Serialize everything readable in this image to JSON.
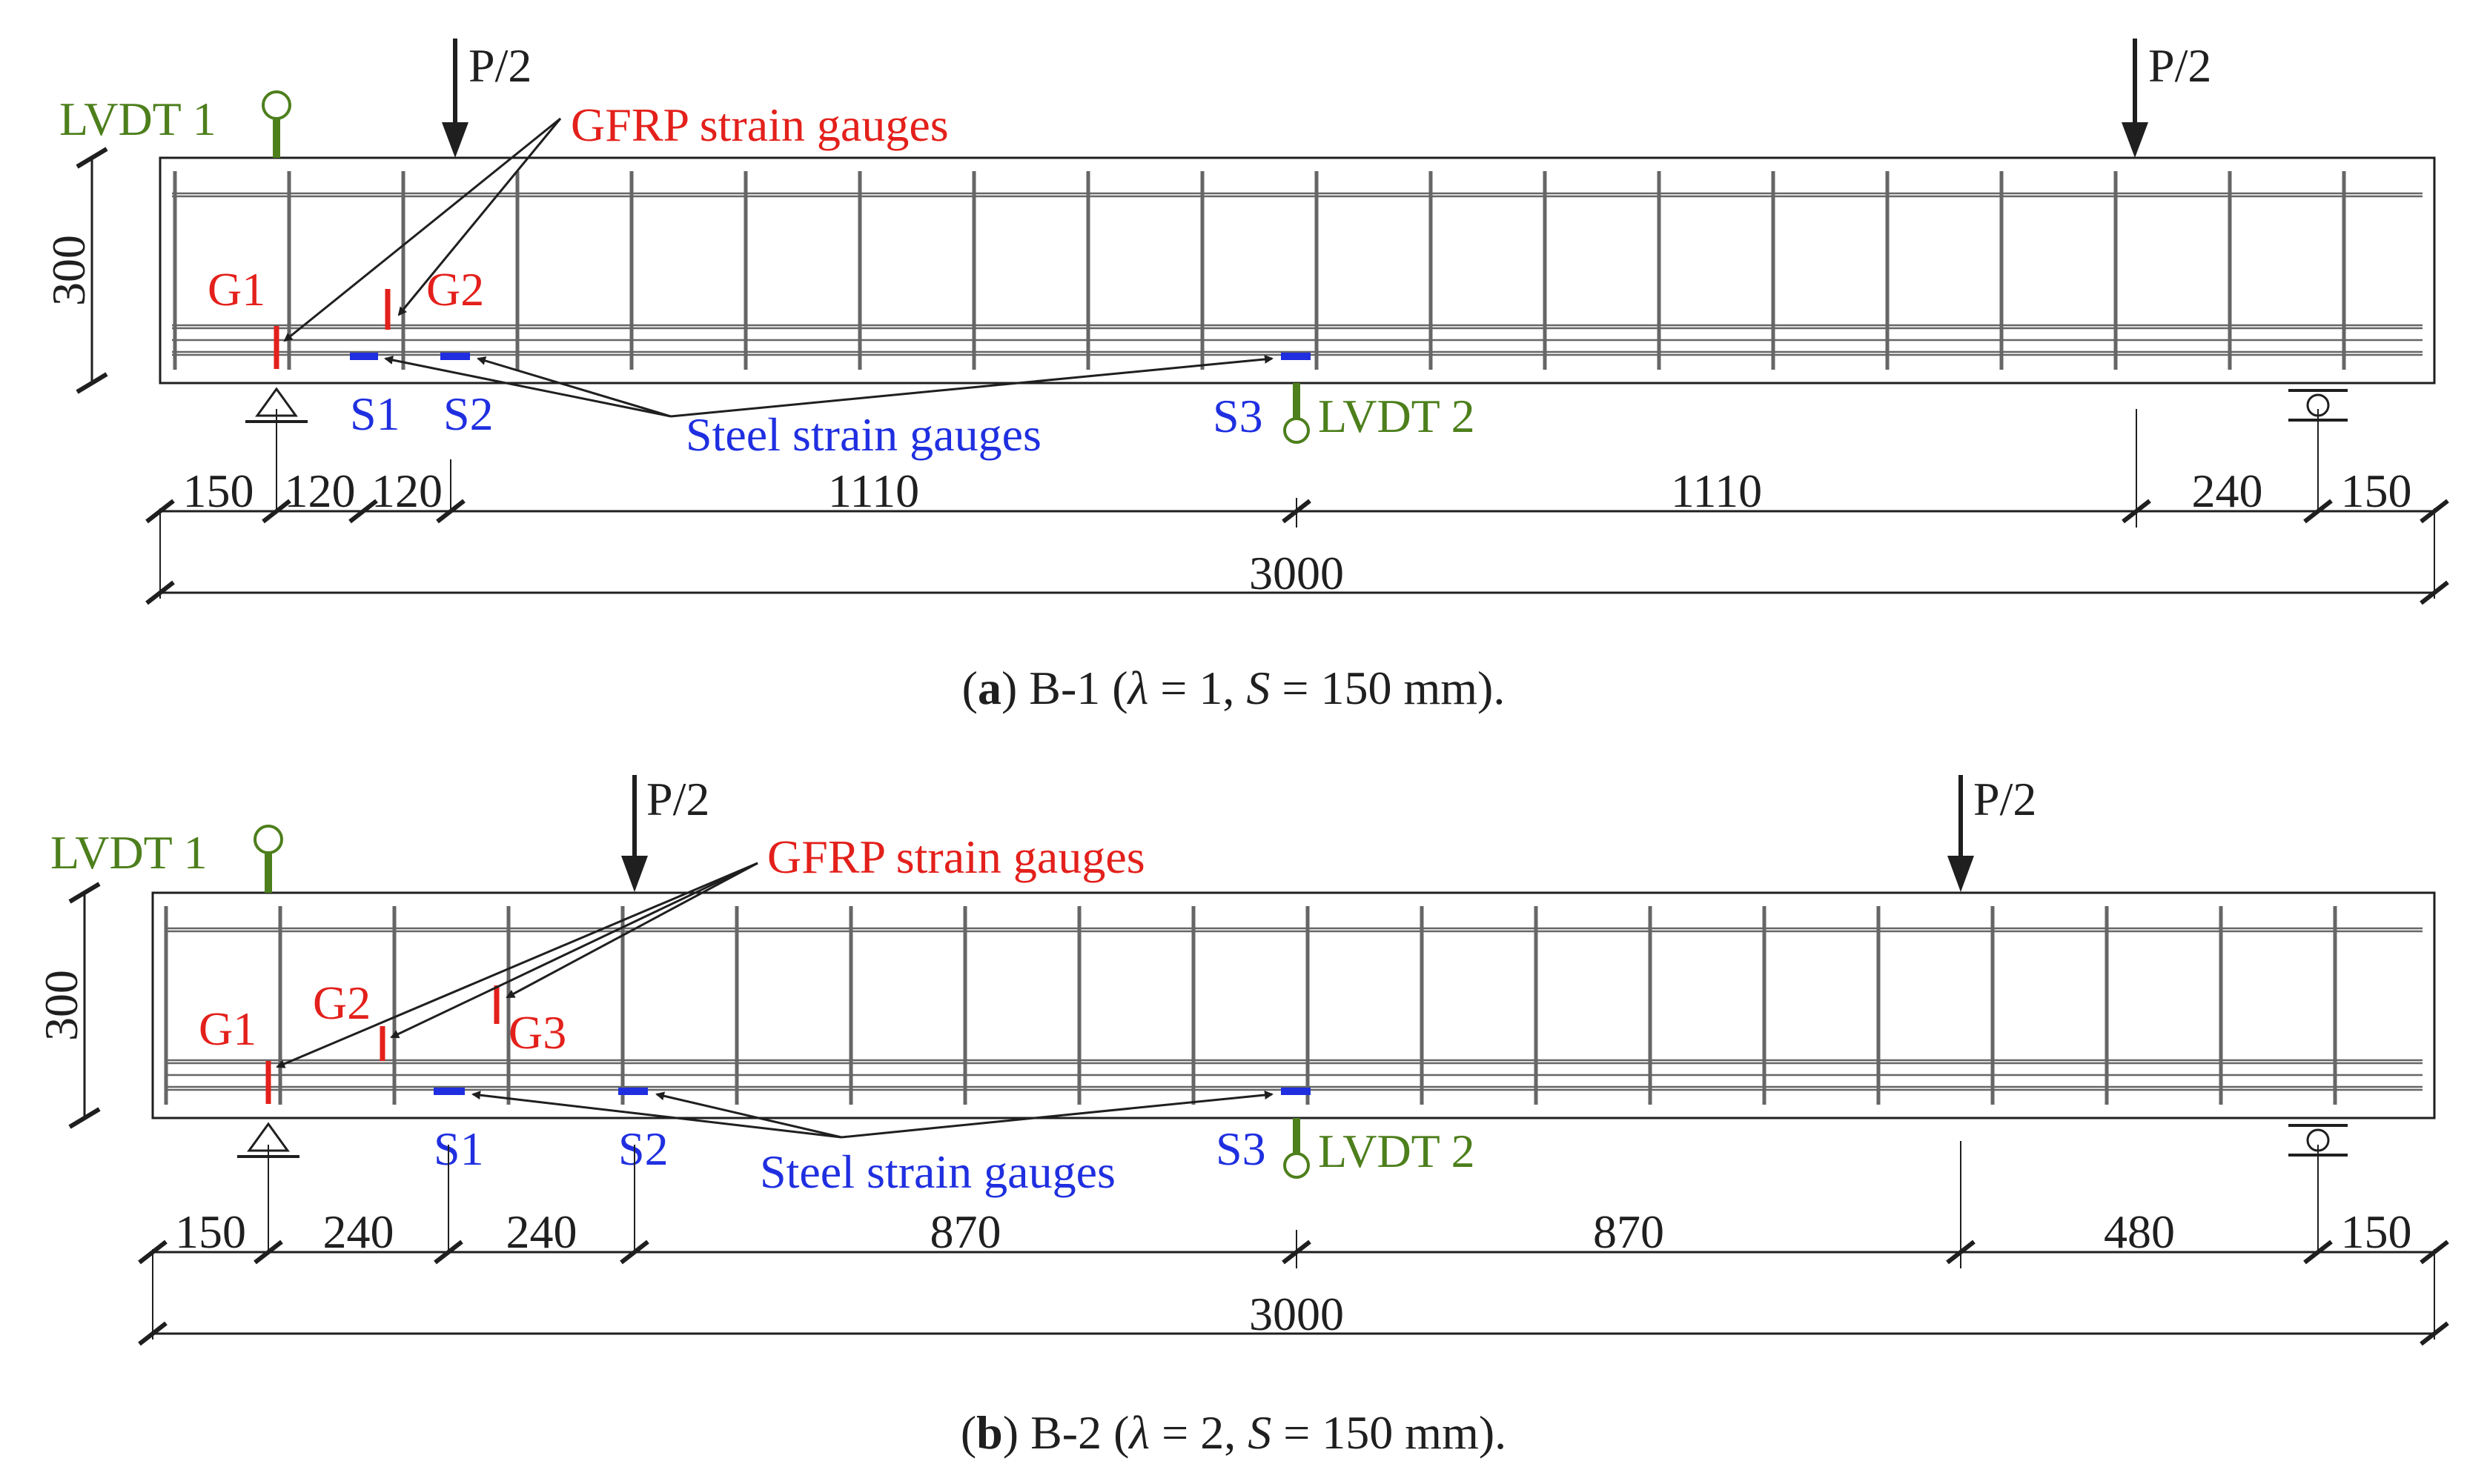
{
  "panels": [
    {
      "id": "a",
      "height_label": "300",
      "total_label": "3000",
      "load_labels": [
        "P/2",
        "P/2"
      ],
      "lvdt_labels": [
        "LVDT 1",
        "LVDT 2"
      ],
      "gfrp_title": "GFRP strain gauges",
      "steel_title": "Steel strain gauges",
      "gfrp_gauges": [
        "G1",
        "G2"
      ],
      "steel_gauges": [
        "S1",
        "S2",
        "S3"
      ],
      "dims": [
        "150",
        "120",
        "120",
        "1110",
        "1110",
        "240",
        "150"
      ],
      "caption": {
        "letter": "a",
        "spec": "B-1",
        "lambda_sym": "λ",
        "lambda_val": "= 1,",
        "s_sym": "S",
        "s_val": "= 150 mm)."
      }
    },
    {
      "id": "b",
      "height_label": "300",
      "total_label": "3000",
      "load_labels": [
        "P/2",
        "P/2"
      ],
      "lvdt_labels": [
        "LVDT 1",
        "LVDT 2"
      ],
      "gfrp_title": "GFRP strain gauges",
      "steel_title": "Steel strain gauges",
      "gfrp_gauges": [
        "G1",
        "G2",
        "G3"
      ],
      "steel_gauges": [
        "S1",
        "S2",
        "S3"
      ],
      "dims": [
        "150",
        "240",
        "240",
        "870",
        "870",
        "480",
        "150"
      ],
      "caption": {
        "letter": "b",
        "spec": "B-2",
        "lambda_sym": "λ",
        "lambda_val": "= 2,",
        "s_sym": "S",
        "s_val": "= 150 mm)."
      }
    }
  ],
  "colors": {
    "ink": "#1f1f1f",
    "lvdt": "#4d7f1c",
    "gfrp": "#e3201b",
    "steel": "#1f2fe0",
    "stirrup": "#666666"
  }
}
